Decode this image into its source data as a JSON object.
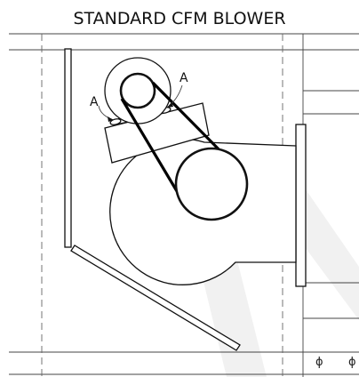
{
  "title": "STANDARD CFM BLOWER",
  "callouts": [
    {
      "id": "left",
      "label": "A"
    },
    {
      "id": "right",
      "label": "A"
    }
  ],
  "symbols": [
    "ϕ",
    "ϕ"
  ],
  "colors": {
    "line": "#111111",
    "background": "#ffffff",
    "watermark": "#f1f1f1"
  }
}
